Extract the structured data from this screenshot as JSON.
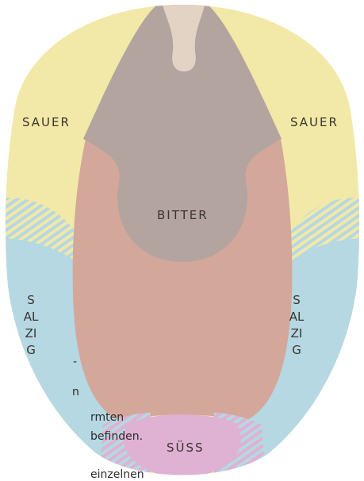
{
  "labels": {
    "sour_left": "SAUER",
    "sour_right": "SAUER",
    "bitter": "BITTER",
    "salty_left": "SALZIG",
    "salty_right": "SALZIG",
    "sweet": "SÜSS"
  },
  "background_text": {
    "line1": "-",
    "line2": "n",
    "line3": "rmten",
    "line4": "befinden.",
    "line5": "einzelnen"
  },
  "colors": {
    "sour": "#f2e8a8",
    "bitter": "#b3a49f",
    "tip_center": "#e3d3c5",
    "body": "#d4a79b",
    "salty": "#b5d8e2",
    "sweet": "#dfb1d2",
    "label": "#3a3530"
  }
}
